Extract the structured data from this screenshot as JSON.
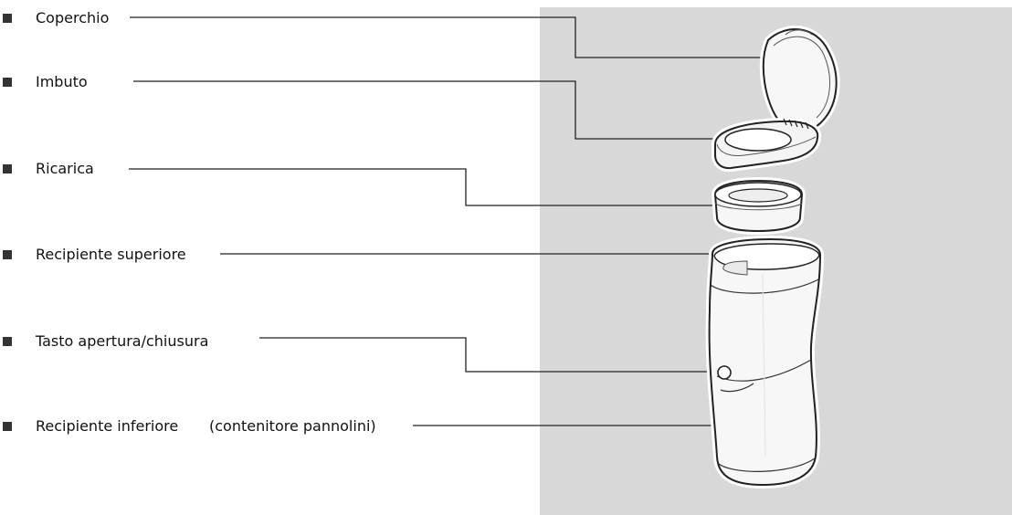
{
  "labels": [
    {
      "id": "coperchio",
      "text": "Coperchio"
    },
    {
      "id": "imbuto",
      "text": "Imbuto"
    },
    {
      "id": "ricarica",
      "text": "Ricarica"
    },
    {
      "id": "recipiente-superiore",
      "text": "Recipiente superiore"
    },
    {
      "id": "tasto",
      "text": "Tasto apertura/chiusura"
    },
    {
      "id": "recipiente-inferiore",
      "text": "Recipiente inferiore",
      "note": "(contenitore pannolini)"
    }
  ],
  "colors": {
    "panel": "#d8d8d8",
    "leader_line": "#222222",
    "bullet": "#333333"
  }
}
